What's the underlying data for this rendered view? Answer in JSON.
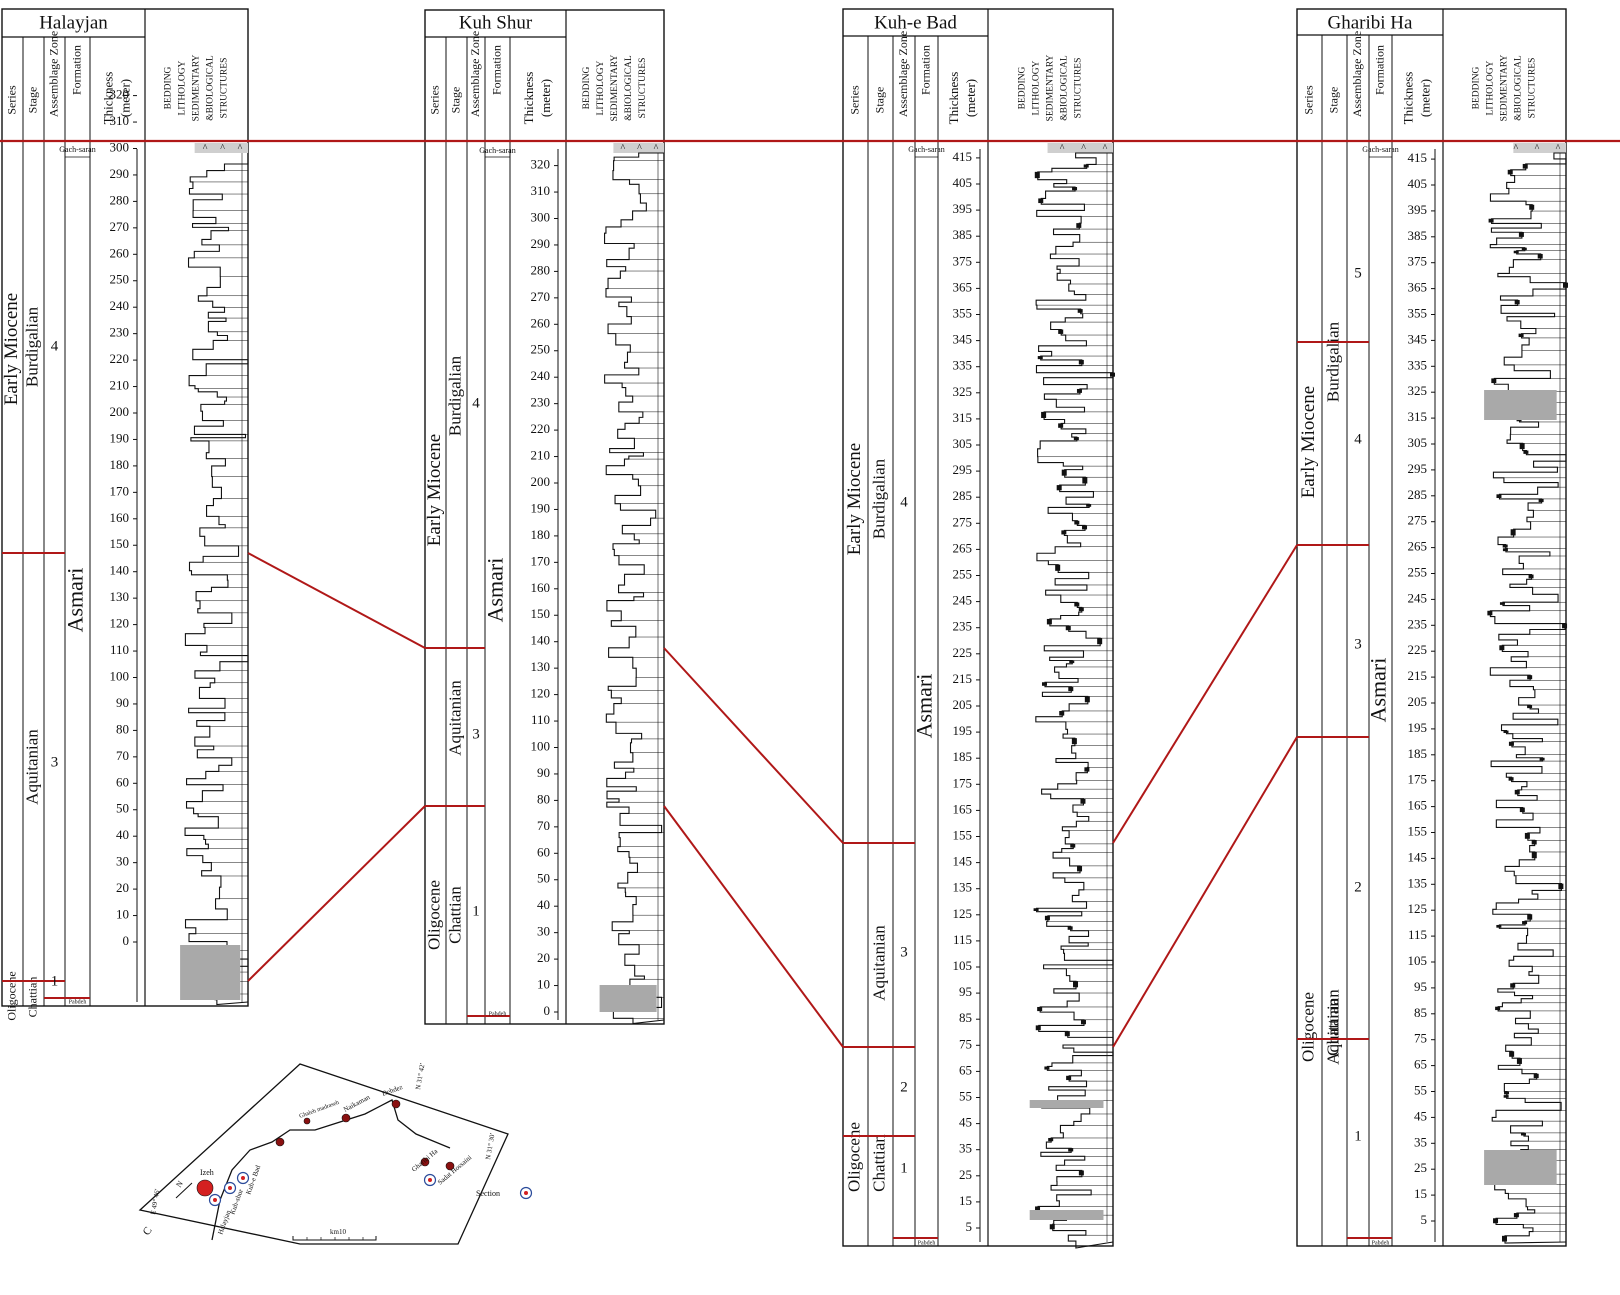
{
  "headers": {
    "series": "Series",
    "stage": "Stage",
    "zone": "Assemblage Zone",
    "formation": "Formation",
    "thickness_1": "Thickness",
    "thickness_2": "(meter)",
    "lith_1": "BEDDING",
    "lith_2": "LITHOLOGY",
    "lith_3": "SEDIMENTARY",
    "lith_4": "&BIOLOGICAL",
    "lith_5": "STRUCTURES"
  },
  "columns": [
    {
      "name": "Halayjan",
      "formation_label": "Asmari",
      "top_formation": "Gach-saran",
      "base_formation": "Pabdeh",
      "ticks": [
        0,
        10,
        20,
        30,
        40,
        50,
        60,
        70,
        80,
        90,
        100,
        110,
        120,
        130,
        140,
        150,
        160,
        170,
        180,
        190,
        200,
        210,
        220,
        230,
        240,
        250,
        260,
        270,
        280,
        290,
        300,
        310,
        320
      ],
      "series": [
        {
          "label": "Early  Miocene"
        },
        {
          "label": "Oligocene"
        }
      ],
      "stages": [
        {
          "label": "Burdigalian"
        },
        {
          "label": "Aquitanian"
        },
        {
          "label": "Chattian"
        }
      ],
      "zones": [
        {
          "label": "4"
        },
        {
          "label": "3"
        },
        {
          "label": "1"
        }
      ]
    },
    {
      "name": "Kuh Shur",
      "formation_label": "Asmari",
      "top_formation": "Gach-saran",
      "base_formation": "Pabdeh",
      "ticks": [
        0,
        10,
        20,
        30,
        40,
        50,
        60,
        70,
        80,
        90,
        100,
        110,
        120,
        130,
        140,
        150,
        160,
        170,
        180,
        190,
        200,
        210,
        220,
        230,
        240,
        250,
        260,
        270,
        280,
        290,
        300,
        310,
        320
      ],
      "series": [
        {
          "label": "Early  Miocene"
        },
        {
          "label": "Oligocene"
        }
      ],
      "stages": [
        {
          "label": "Burdigalian"
        },
        {
          "label": "Aquitanian"
        },
        {
          "label": "Chattian"
        }
      ],
      "zones": [
        {
          "label": "4"
        },
        {
          "label": "3"
        },
        {
          "label": "1"
        }
      ]
    },
    {
      "name": "Kuh-e Bad",
      "formation_label": "Asmari",
      "top_formation": "Gach-saran",
      "base_formation": "Pabdeh",
      "ticks": [
        5,
        15,
        25,
        35,
        45,
        55,
        65,
        75,
        85,
        95,
        105,
        115,
        125,
        135,
        145,
        155,
        165,
        175,
        185,
        195,
        205,
        215,
        225,
        235,
        245,
        255,
        265,
        275,
        285,
        295,
        305,
        315,
        325,
        335,
        345,
        355,
        365,
        375,
        385,
        395,
        405,
        415
      ],
      "series": [
        {
          "label": "Early  Miocene"
        },
        {
          "label": "Oligocene"
        }
      ],
      "stages": [
        {
          "label": "Burdigalian"
        },
        {
          "label": "Aquitanian"
        },
        {
          "label": "Chattian"
        }
      ],
      "zones": [
        {
          "label": "4"
        },
        {
          "label": "3"
        },
        {
          "label": "2"
        },
        {
          "label": "1"
        }
      ]
    },
    {
      "name": "Gharibi Ha",
      "formation_label": "Asmari",
      "top_formation": "Gach-saran",
      "base_formation": "Pabdeh",
      "ticks": [
        5,
        15,
        25,
        35,
        45,
        55,
        65,
        75,
        85,
        95,
        105,
        115,
        125,
        135,
        145,
        155,
        165,
        175,
        185,
        195,
        205,
        215,
        225,
        235,
        245,
        255,
        265,
        275,
        285,
        295,
        305,
        315,
        325,
        335,
        345,
        355,
        365,
        375,
        385,
        395,
        405,
        415
      ],
      "series": [
        {
          "label": "Early  Miocene"
        },
        {
          "label": "Oligocene"
        }
      ],
      "stages": [
        {
          "label": "Burdigalian"
        },
        {
          "label": "Aquitanian"
        },
        {
          "label": "Chattian"
        }
      ],
      "zones": [
        {
          "label": "5"
        },
        {
          "label": "4"
        },
        {
          "label": "3"
        },
        {
          "label": "2"
        },
        {
          "label": "1"
        }
      ]
    }
  ],
  "map": {
    "places": [
      "Izeh",
      "Kuh-e Bad",
      "Ghaleh madraseh",
      "Naikaman",
      "Dehdez",
      "Gharibi Ha",
      "Sadat Hossaini",
      "Kuh-shur",
      "Halayjan"
    ],
    "coords": [
      "E 49° 46′",
      "N 31° 42′",
      "N 31° 30′"
    ],
    "scale": "km10",
    "north": "N",
    "corner": "C",
    "legend": "Section"
  },
  "colors": {
    "correlation": "#b01818",
    "ink": "#111111",
    "fill": "#a9a9a9",
    "marker": "#d42020"
  }
}
